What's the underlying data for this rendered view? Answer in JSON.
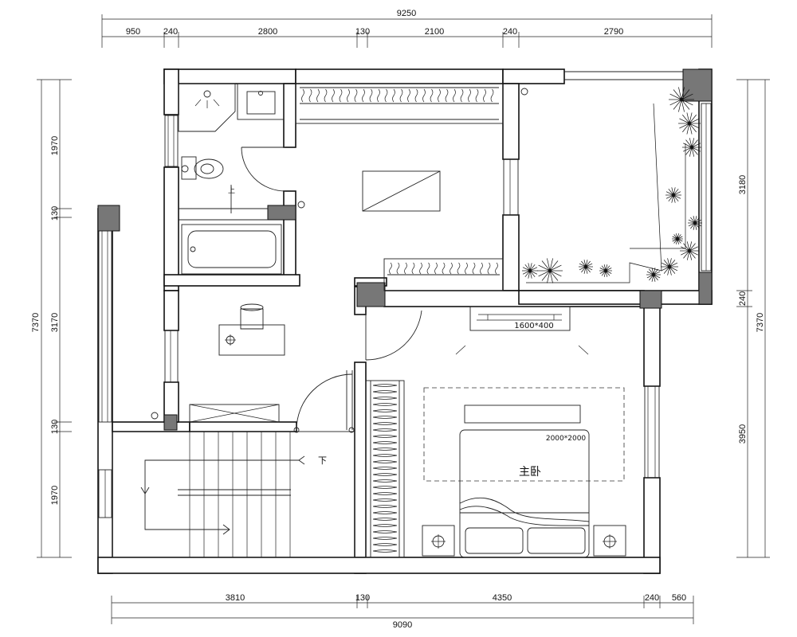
{
  "dimensions": {
    "top_total": "9250",
    "top_segments": [
      "950",
      "240",
      "2800",
      "130",
      "2100",
      "240",
      "2790"
    ],
    "bottom_segments": [
      "3810",
      "130",
      "4350",
      "240",
      "560"
    ],
    "bottom_total": "9090",
    "left_total": "7370",
    "left_segments": [
      "1970",
      "130",
      "3170",
      "130",
      "1970"
    ],
    "right_total": "7370",
    "right_segments": [
      "3180",
      "240",
      "3950"
    ]
  },
  "labels": {
    "master_bedroom": "主卧",
    "bed_size": "2000*2000",
    "tv_size": "1600*400",
    "stair_down": "下",
    "stair_up": "上"
  },
  "colors": {
    "line": "#111111",
    "column_fill": "#777777",
    "background": "#ffffff"
  }
}
